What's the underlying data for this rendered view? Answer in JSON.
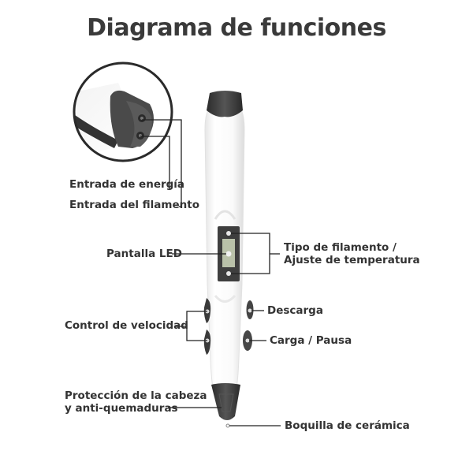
{
  "title": "Diagrama de funciones",
  "labels": {
    "power_input": "Entrada de energía",
    "filament_input": "Entrada del filamento",
    "led_display": "Pantalla LED",
    "filament_type_1": "Tipo de filamento /",
    "filament_type_2": "Ajuste de temperatura",
    "speed_control": "Control de velocidad",
    "unload": "Descarga",
    "load_pause": "Carga / Pausa",
    "head_protection_1": "Protección de la cabeza",
    "head_protection_2": "y anti-quemaduras",
    "ceramic_nozzle": "Boquilla de cerámica"
  },
  "colors": {
    "pen_body": "#ffffff",
    "pen_dark": "#3d3d3d",
    "screen": "#b8c0a8",
    "line": "#222222",
    "text": "#333333"
  }
}
